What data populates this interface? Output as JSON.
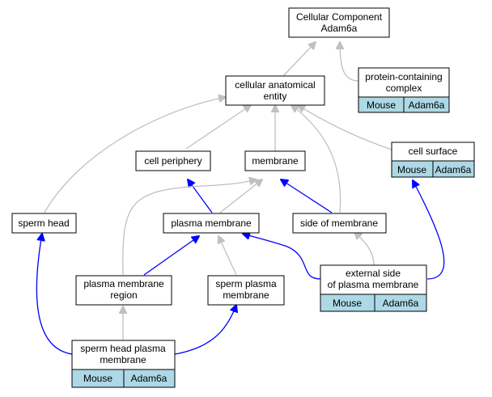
{
  "diagram": {
    "nodes": {
      "cellular_component": {
        "lines": [
          "Cellular Component",
          "Adam6a"
        ]
      },
      "protein_containing_complex": {
        "lines": [
          "protein-containing",
          "complex"
        ],
        "tags": [
          "Mouse",
          "Adam6a"
        ]
      },
      "cellular_anatomical_entity": {
        "lines": [
          "cellular anatomical",
          "entity"
        ]
      },
      "cell_periphery": {
        "lines": [
          "cell periphery"
        ]
      },
      "membrane": {
        "lines": [
          "membrane"
        ]
      },
      "cell_surface": {
        "lines": [
          "cell surface"
        ],
        "tags": [
          "Mouse",
          "Adam6a"
        ]
      },
      "sperm_head": {
        "lines": [
          "sperm head"
        ]
      },
      "plasma_membrane": {
        "lines": [
          "plasma membrane"
        ]
      },
      "side_of_membrane": {
        "lines": [
          "side of membrane"
        ]
      },
      "plasma_membrane_region": {
        "lines": [
          "plasma membrane",
          "region"
        ]
      },
      "sperm_plasma_membrane": {
        "lines": [
          "sperm plasma",
          "membrane"
        ]
      },
      "external_side_of_plasma_membrane": {
        "lines": [
          "external side",
          "of plasma membrane"
        ],
        "tags": [
          "Mouse",
          "Adam6a"
        ]
      },
      "sperm_head_plasma_membrane": {
        "lines": [
          "sperm head plasma",
          "membrane"
        ],
        "tags": [
          "Mouse",
          "Adam6a"
        ]
      }
    },
    "colors": {
      "is_a_edge": "#c0c0c0",
      "part_of_edge": "#0000ff",
      "annotation_cell": "#add8e6"
    }
  }
}
